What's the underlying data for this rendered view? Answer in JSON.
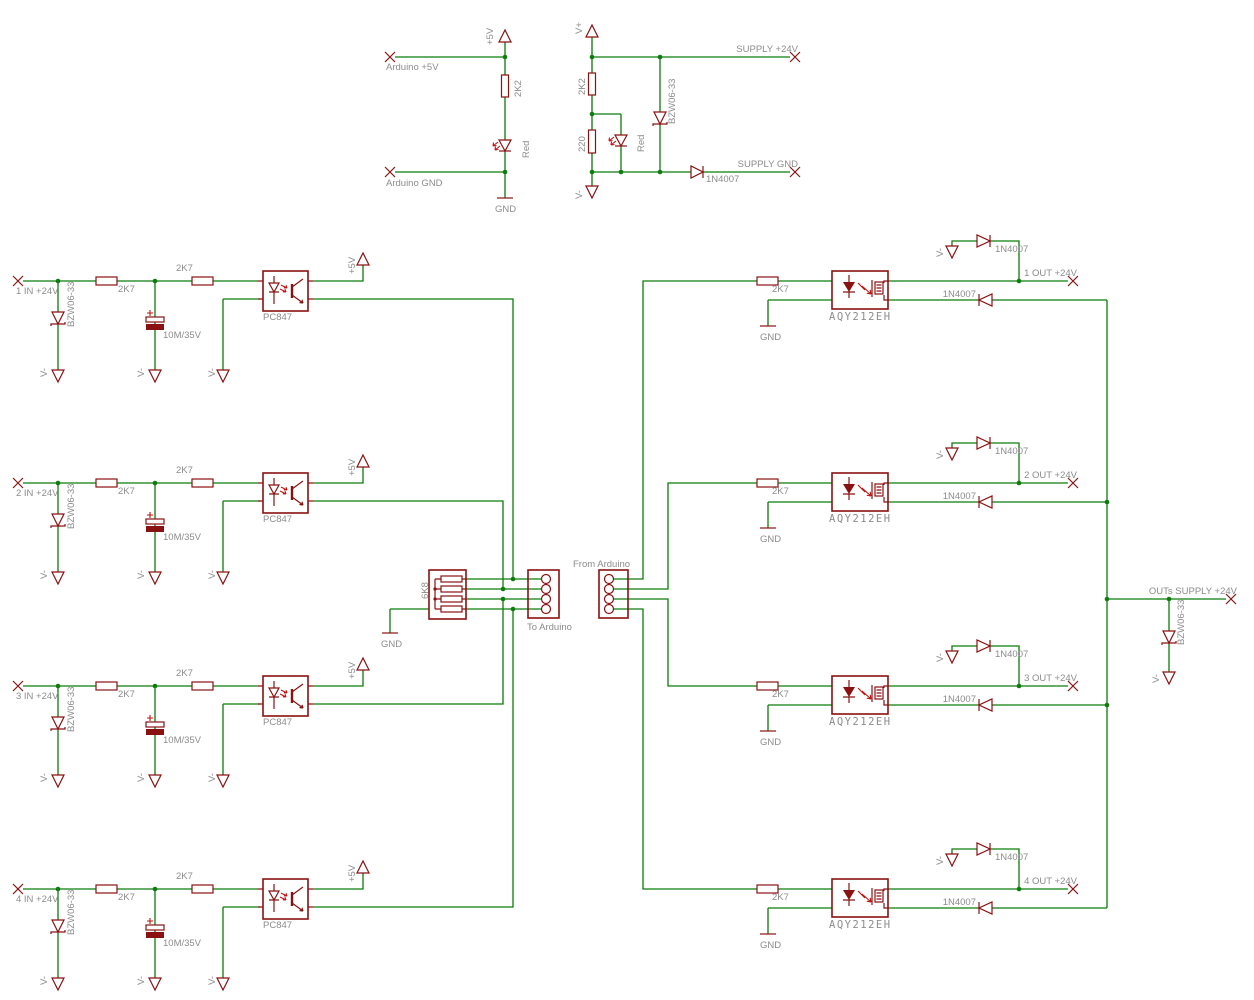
{
  "colors": {
    "wire": "#0b7d0b",
    "symbol": "#8a1111",
    "label": "#8c8c8c",
    "accent_red": "#c41111",
    "background": "#ffffff"
  },
  "labels": {
    "vminus": "V-",
    "plus5": "+5V",
    "gnd": "GND"
  },
  "arduino_led": {
    "pin_5v": "Arduino +5V",
    "pin_gnd": "Arduino GND",
    "rail": "+5V",
    "resistor": "2K2",
    "led": "Red",
    "gnd": "GND"
  },
  "supply_led": {
    "v_plus": "V+",
    "v_minus": "V-",
    "r1": "2K2",
    "r2": "220",
    "led": "Red",
    "tvs": "BZW06-33",
    "diode": "1N4007",
    "net_24v": "SUPPLY +24V",
    "net_gnd": "SUPPLY GND"
  },
  "inputs": [
    {
      "net": "1 IN +24V"
    },
    {
      "net": "2 IN +24V"
    },
    {
      "net": "3 IN +24V"
    },
    {
      "net": "4 IN +24V"
    }
  ],
  "input_parts": {
    "tvs": "BZW06-33",
    "r1": "2K7",
    "r2": "2K7",
    "cap": "10M/35V",
    "opto": "PC847"
  },
  "middle": {
    "network": "6K8",
    "network_gnd": "GND",
    "to_arduino": "To Arduino",
    "from_arduino": "From Arduino"
  },
  "outputs": [
    {
      "net": "1 OUT +24V"
    },
    {
      "net": "2 OUT +24V"
    },
    {
      "net": "3 OUT +24V"
    },
    {
      "net": "4 OUT +24V"
    }
  ],
  "output_parts": {
    "r": "2K7",
    "relay": "AQY212EH",
    "gnd": "GND",
    "flyback_diode": "1N4007",
    "series_diode": "1N4007"
  },
  "out_supply": {
    "net": "OUTs SUPPLY +24V",
    "tvs": "BZW06-33",
    "v_minus": "V-"
  }
}
